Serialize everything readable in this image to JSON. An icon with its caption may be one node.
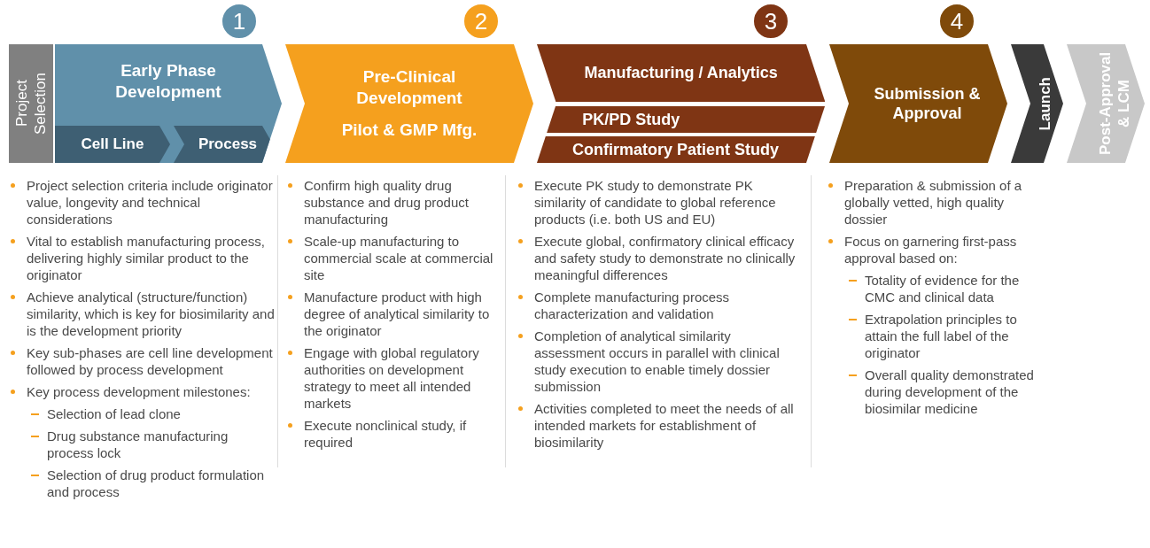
{
  "diagram": {
    "nodes": [
      {
        "text": [
          "Project Selection"
        ]
      },
      {
        "text": [
          "Early Phase Development"
        ]
      },
      {
        "text": [
          "Cell Line"
        ],
        "in": 1
      },
      {
        "text": [
          "Process"
        ],
        "in": 1
      },
      {
        "text": [
          "1"
        ]
      },
      {
        "text": [
          "Pre-Clinical Development",
          "Pilot & GMP Mfg."
        ]
      },
      {
        "text": [
          "2"
        ]
      },
      {
        "text": [
          "Manufacturing / Analytics"
        ]
      },
      {
        "text": [
          "PK/PD Study"
        ]
      },
      {
        "text": [
          "Confirmatory Patient Study"
        ]
      },
      {
        "text": [
          "3"
        ]
      },
      {
        "text": [
          "Submission & Approval"
        ]
      },
      {
        "text": [
          "4"
        ]
      },
      {
        "text": [
          "Launch"
        ]
      },
      {
        "text": [
          "Post-Approval & LCM"
        ]
      }
    ],
    "labels": [
      "Project selection criteria include originator value, longevity and technical considerations",
      "Vital to establish manufacturing process, delivering highly similar product to the originator",
      "Achieve analytical (structure/function) similarity, which is key for biosimilarity and is the development priority",
      "Key sub-phases are cell line development followed by process development",
      "Key process development milestones:",
      "Selection of lead clone",
      "Drug substance manufacturing process lock",
      "Selection of drug product formulation and process",
      "Confirm high quality drug substance and drug product manufacturing",
      "Scale-up manufacturing to commercial scale at commercial site",
      "Manufacture product with high degree of analytical similarity to the originator",
      "Engage with global regulatory authorities on development strategy to meet all intended markets",
      "Execute nonclinical study, if required",
      "Execute PK study to demonstrate PK similarity of candidate to global reference products (i.e. both US and EU)",
      "Execute global, confirmatory clinical efficacy and safety study to demonstrate no clinically meaningful differences",
      "Complete manufacturing process characterization and validation",
      "Completion of analytical similarity assessment occurs in parallel with clinical study execution to enable timely dossier submission",
      "Activities completed to meet the needs of all intended markets for establishment of biosimilarity",
      "Preparation & submission of a globally vetted, high quality dossier",
      "Focus on garnering first-pass approval based on:",
      "Totality of evidence for the CMC and clinical data",
      "Extrapolation principles to attain the full label of the originator",
      "Overall quality demonstrated during development of the biosimilar medicine"
    ]
  }
}
